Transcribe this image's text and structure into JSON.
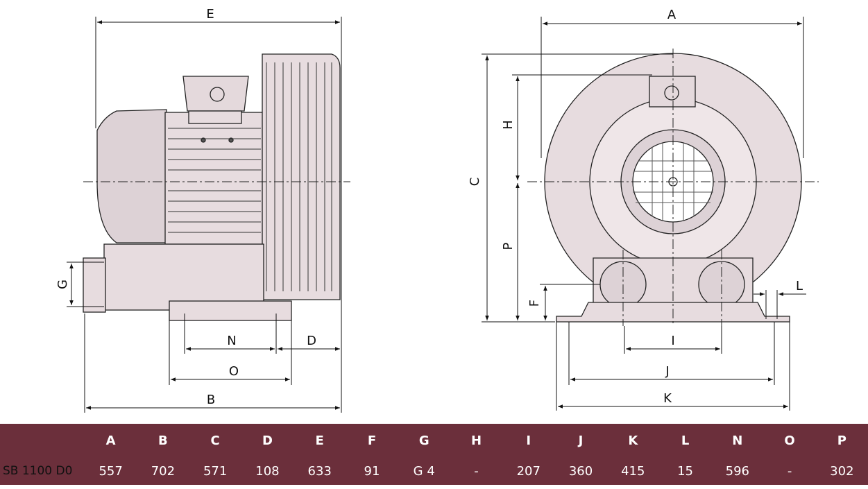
{
  "side_view": {
    "labels": {
      "E": "E",
      "N": "N",
      "D": "D",
      "O": "O",
      "B": "B",
      "G": "G"
    }
  },
  "front_view": {
    "labels": {
      "A": "A",
      "C": "C",
      "H": "H",
      "P": "P",
      "F": "F",
      "L": "L",
      "I": "I",
      "J": "J",
      "K": "K"
    }
  },
  "colors": {
    "table_header": "#6b2f3b",
    "corner": "#c9c9cb",
    "body_fill": "#e7dcdf"
  },
  "table": {
    "headers": [
      "A",
      "B",
      "C",
      "D",
      "E",
      "F",
      "G",
      "H",
      "I",
      "J",
      "K",
      "L",
      "N",
      "O",
      "P"
    ],
    "model": "SB 1100 D0",
    "values": [
      "557",
      "702",
      "571",
      "108",
      "633",
      "91",
      "G 4",
      "-",
      "207",
      "360",
      "415",
      "15",
      "596",
      "-",
      "302"
    ]
  }
}
